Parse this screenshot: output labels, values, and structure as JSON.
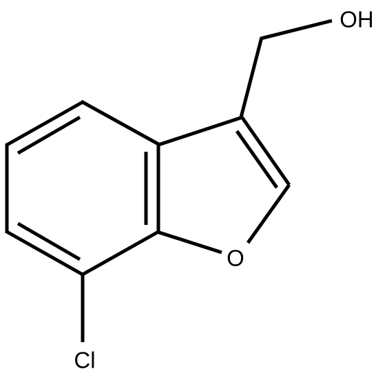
{
  "molecule": {
    "atoms": {
      "oh": "OH",
      "o": "O",
      "cl": "Cl"
    },
    "colors": {
      "bond": "#000000",
      "label": "#000000",
      "background": "#ffffff"
    }
  }
}
